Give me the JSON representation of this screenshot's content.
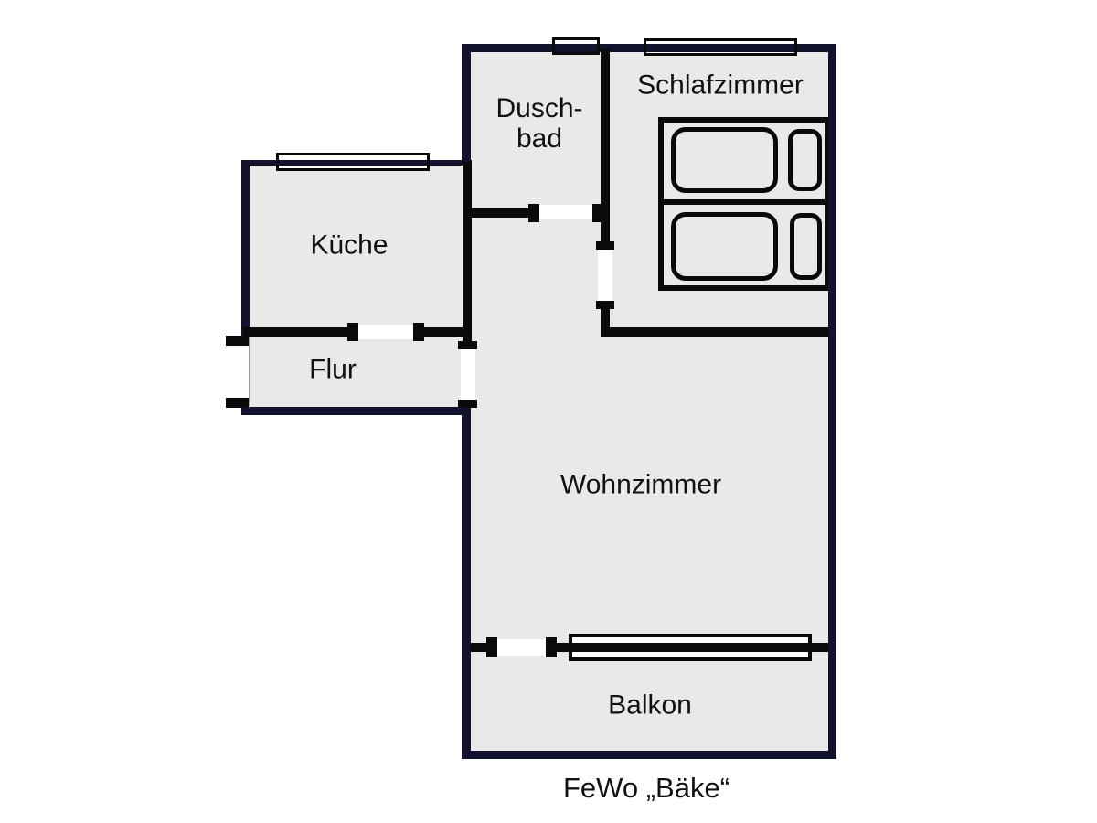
{
  "caption": "FeWo „Bäke“",
  "rooms": {
    "duschbad": {
      "line1": "Dusch-",
      "line2": "bad"
    },
    "schlafzimmer": {
      "label": "Schlafzimmer"
    },
    "kueche": {
      "label": "Küche"
    },
    "flur": {
      "label": "Flur"
    },
    "wohnzimmer": {
      "label": "Wohnzimmer"
    },
    "balkon": {
      "label": "Balkon"
    }
  },
  "furniture": [
    {
      "name": "double-bed",
      "room": "Schlafzimmer",
      "parts": [
        "bed frame",
        "two mattresses",
        "two pillows"
      ]
    }
  ],
  "openings": {
    "windows": [
      "Duschbad",
      "Schlafzimmer",
      "Küche",
      "Balkon front"
    ],
    "doors": [
      "Küche–Flur",
      "Flur–Wohnzimmer",
      "Duschbad–Wohnzimmer",
      "Schlafzimmer–Wohnzimmer",
      "Wohnzimmer–Balkon",
      "entrance at Flur"
    ]
  },
  "colors": {
    "exterior_wall": "#12122e",
    "interior_wall": "#0a0a0a",
    "room_fill": "#e9e9e9",
    "background": "#ffffff",
    "text": "#111111"
  }
}
